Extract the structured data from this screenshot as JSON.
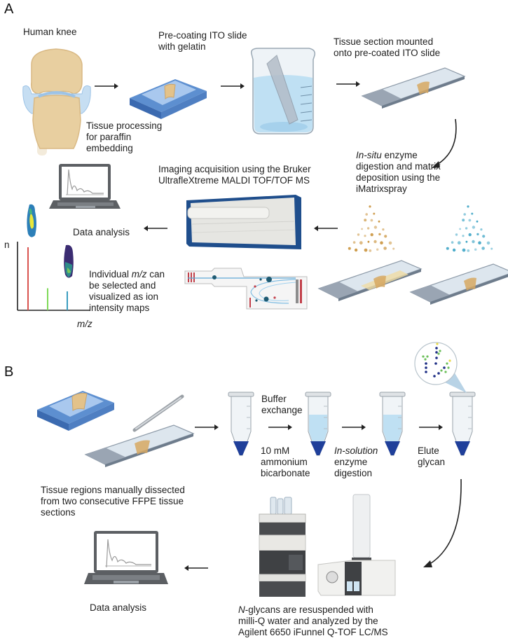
{
  "panels": {
    "a": {
      "label": "A",
      "steps": {
        "knee": "Human knee",
        "tissue_processing": "Tissue processing\nfor paraffin\nembedding",
        "precoating": "Pre-coating ITO slide\nwith gelatin",
        "mounted": "Tissue section mounted\nonto pre-coated ITO slide",
        "digestion_italic": "In-situ",
        "digestion_rest_1": " enzyme",
        "digestion_rest_2": "digestion and matrix\ndeposition using the\niMatrixspray",
        "imaging": "Imaging acquisition using the Bruker\nUltrafleXtreme MALDI TOF/TOF MS",
        "data_analysis": "Data analysis",
        "individual_pre": "Individual ",
        "individual_italic": "m/z",
        "individual_post": " can",
        "individual_rest": "be selected and\nvisualized as ion\nintensity maps"
      },
      "spectrum": {
        "y_label": "n",
        "x_label": "m/z",
        "peaks": [
          {
            "name": "peak-red",
            "color": "#d9534f",
            "relative_height": 1.0
          },
          {
            "name": "peak-green",
            "color": "#7ed957",
            "relative_height": 0.35
          },
          {
            "name": "peak-blue",
            "color": "#3a9dbf",
            "relative_height": 0.3
          }
        ]
      }
    },
    "b": {
      "label": "B",
      "steps": {
        "dissected": "Tissue regions manually dissected\nfrom two consecutive FFPE tissue\nsections",
        "buffer": "Buffer\nexchange",
        "ammonium": "10 mM\nammonium\nbicarbonate",
        "insolution_italic": "In-solution",
        "insolution_rest": "enzyme\ndigestion",
        "elute": "Elute\nglycan",
        "lcms_italic": "N",
        "lcms_rest_1": "-glycans are resuspended with",
        "lcms_rest_2": "milli-Q water and analyzed by the\nAgilent 6650 iFunnel Q-TOF LC/MS",
        "data_analysis": "Data analysis"
      }
    }
  },
  "colors": {
    "bone": "#e8cfa0",
    "cartilage": "#b9d6ee",
    "block_blue": "#6f9fd8",
    "block_dark": "#3f6fb4",
    "water": "#bfe0f3",
    "tube_pellet": "#1f3f9a",
    "instrument_blue": "#1f4e8c",
    "matrix_gold": "#c9923a",
    "matrix_blue": "#3aa3c4"
  }
}
